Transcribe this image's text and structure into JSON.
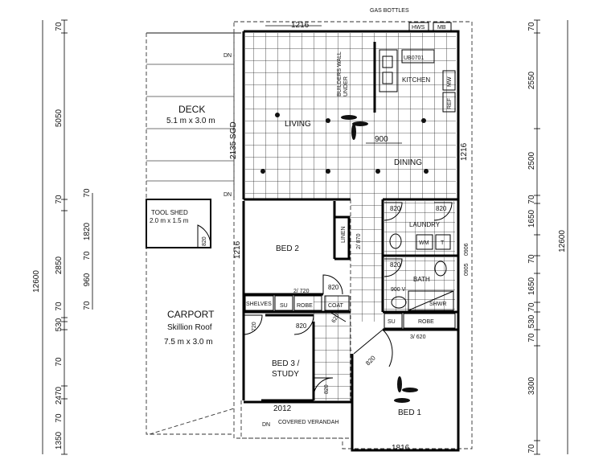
{
  "header": {
    "gas_bottles": "GAS BOTTLES"
  },
  "fixtures": {
    "hws": "HWS",
    "mb": "MB",
    "mw": "MW",
    "ref": "REF",
    "wm": "WM",
    "t": "T",
    "shelves": "SHELVES",
    "su": "SU",
    "robe": "ROBE",
    "coat": "COAT",
    "linen": "LINEN",
    "shwr": "SHWR",
    "dn": "DN",
    "cupboard": "UB0701"
  },
  "rooms": {
    "deck": {
      "name": "DECK",
      "size": "5.1 m x 3.0 m"
    },
    "living": "LIVING",
    "dining": "DINING",
    "kitchen": "KITCHEN",
    "laundry": "LAUNDRY",
    "bath": "BATH",
    "bed1": "BED 1",
    "bed2": "BED 2",
    "bed3_line1": "BED 3 /",
    "bed3_line2": "STUDY",
    "tool_shed": {
      "name": "TOOL SHED",
      "size": "2.0 m x 1.5 m"
    },
    "carport": {
      "name": "CARPORT",
      "sub": "Skillion Roof",
      "size": "7.5 m x 3.0 m"
    },
    "verandah": "COVERED VERANDAH"
  },
  "notes": {
    "builders_wall_1": "BUILDERS WALL",
    "builders_wall_2": "UNDER",
    "sgd": "2135 SGD"
  },
  "interior_dims": {
    "top_width": "1216",
    "bottom_width": "1816",
    "verandah_width": "2012",
    "living_span": "900",
    "dining_window": "1216",
    "bed2_window": "1216",
    "door_820_shed": "820",
    "door_820_bed2": "820",
    "door_820_bed3": "820",
    "door_820_bed3b": "820",
    "door_820_bed1": "820",
    "door_820_laundry_a": "820",
    "door_820_laundry_b": "820",
    "door_820_bath": "820",
    "door_720_bed3": "720",
    "door_620_coat": "620",
    "linen_870": "2/ 870",
    "robe_720": "2/ 720",
    "bed1_620": "3/ 620",
    "bath_900": "900 V",
    "dim_0906": "0906",
    "dim_0905": "0905"
  },
  "left_dims": {
    "total": "12600",
    "outer": [
      "70",
      "5050",
      "70",
      "2850",
      "70",
      "530",
      "70",
      "2470",
      "70",
      "1350"
    ],
    "inner": [
      "70",
      "1820",
      "70",
      "960",
      "70"
    ]
  },
  "right_dims": {
    "total": "12600",
    "items": [
      "70",
      "2550",
      "2500",
      "70",
      "1650",
      "70",
      "1650",
      "70",
      "530",
      "70",
      "3300",
      "70"
    ]
  }
}
